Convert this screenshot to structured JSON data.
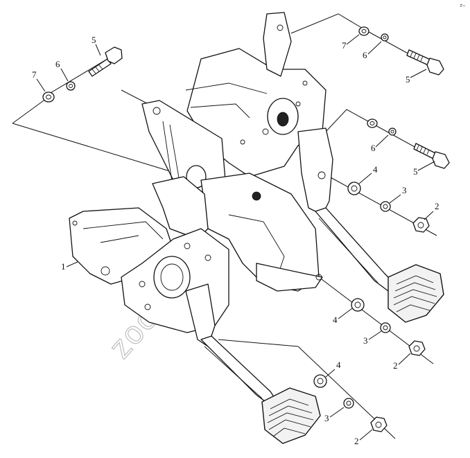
{
  "corner_mark": "г–",
  "watermark": "zoomer.ru",
  "callouts": {
    "c1": "1",
    "c2a": "2",
    "c2b": "2",
    "c2c": "2",
    "c3a": "3",
    "c3b": "3",
    "c3c": "3",
    "c4a": "4",
    "c4b": "4",
    "c4c": "4",
    "c5a": "5",
    "c5b": "5",
    "c5c": "5",
    "c6a": "6",
    "c6b": "6",
    "c6c": "6",
    "c7a": "7",
    "c7b": "7"
  }
}
